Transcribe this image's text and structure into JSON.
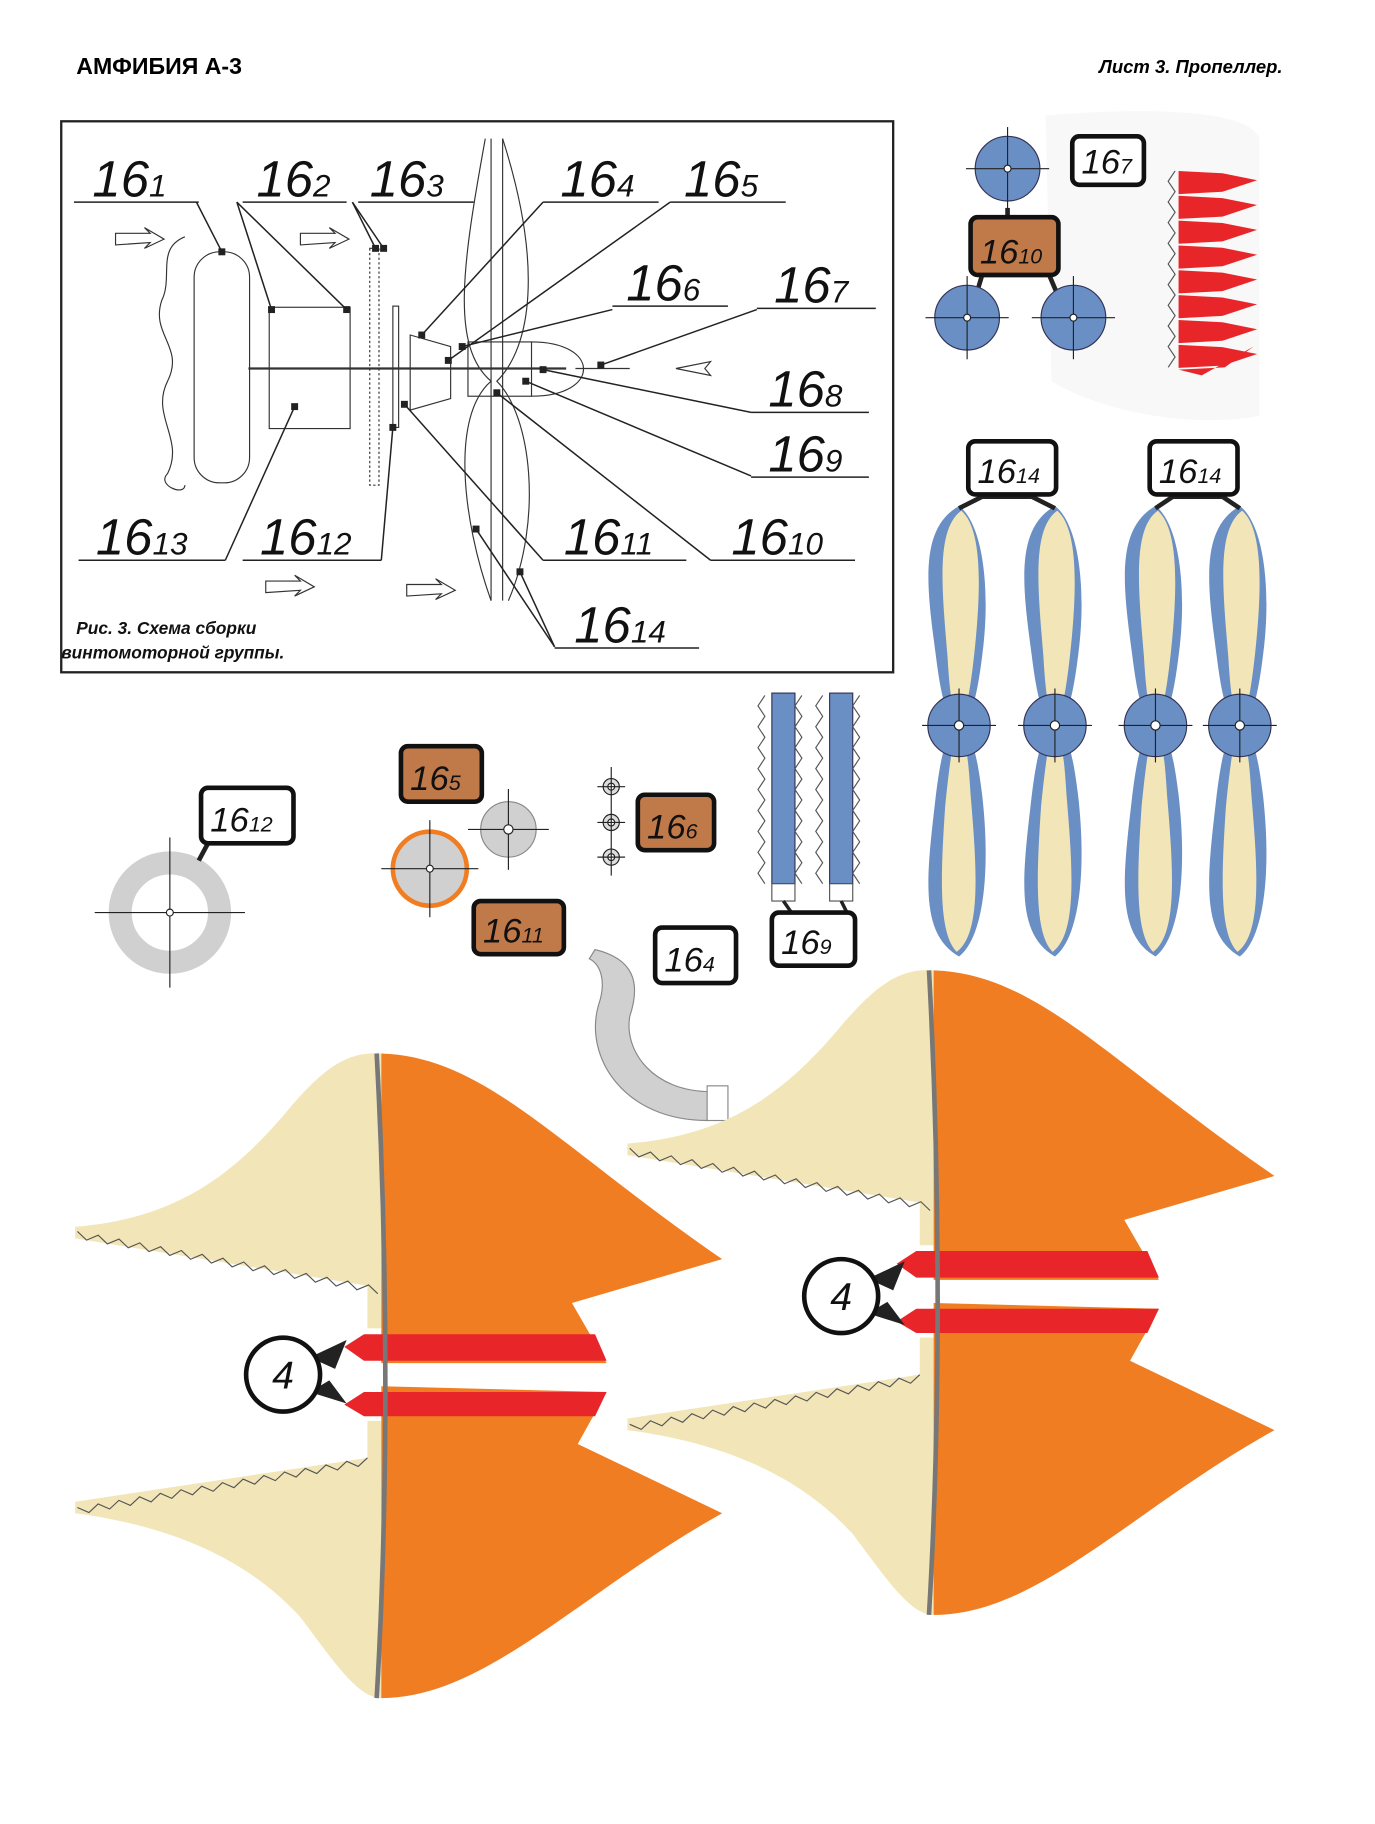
{
  "header": {
    "title": "АМФИБИЯ А-3",
    "sheet": "Лист 3. Пропеллер."
  },
  "figure": {
    "caption_line1": "Рис. 3. Схема сборки",
    "caption_line2": "винтомоторной группы.",
    "labels": [
      {
        "main": "16",
        "sub": "1"
      },
      {
        "main": "16",
        "sub": "2"
      },
      {
        "main": "16",
        "sub": "3"
      },
      {
        "main": "16",
        "sub": "4"
      },
      {
        "main": "16",
        "sub": "5"
      },
      {
        "main": "16",
        "sub": "6"
      },
      {
        "main": "16",
        "sub": "7"
      },
      {
        "main": "16",
        "sub": "8"
      },
      {
        "main": "16",
        "sub": "9"
      },
      {
        "main": "16",
        "sub": "13"
      },
      {
        "main": "16",
        "sub": "12"
      },
      {
        "main": "16",
        "sub": "11"
      },
      {
        "main": "16",
        "sub": "10"
      },
      {
        "main": "16",
        "sub": "14"
      }
    ]
  },
  "parts": {
    "p7": {
      "main": "16",
      "sub": "7"
    },
    "p10": {
      "main": "16",
      "sub": "10"
    },
    "p14a": {
      "main": "16",
      "sub": "14"
    },
    "p14b": {
      "main": "16",
      "sub": "14"
    },
    "p12": {
      "main": "16",
      "sub": "12"
    },
    "p5": {
      "main": "16",
      "sub": "5"
    },
    "p11": {
      "main": "16",
      "sub": "11"
    },
    "p6": {
      "main": "16",
      "sub": "6"
    },
    "p9": {
      "main": "16",
      "sub": "9"
    },
    "p4": {
      "main": "16",
      "sub": "4"
    },
    "fin_left": "4",
    "fin_right": "4"
  },
  "colors": {
    "blue": "#6a8fc4",
    "cream": "#f2e6b8",
    "orange": "#f07d22",
    "red": "#e8262a",
    "brown": "#c07a4a",
    "gray": "#d0d0d0"
  }
}
